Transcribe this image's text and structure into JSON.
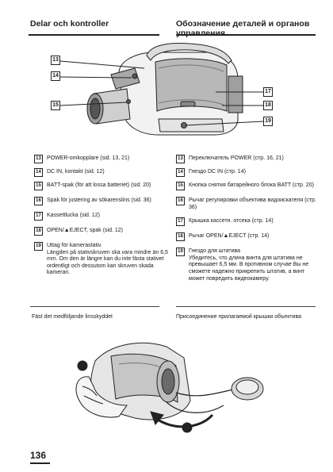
{
  "header": {
    "left_title": "Delar och kontroller",
    "right_title": "Обозначение деталей и органов управления"
  },
  "callouts": {
    "left": [
      "13",
      "14",
      "15"
    ],
    "right": [
      "17",
      "18",
      "19"
    ]
  },
  "items_left": [
    {
      "num": "13",
      "text": "POWER-omkopplare (sid. 13, 21)"
    },
    {
      "num": "14",
      "text": "DC IN, kontakt (sid. 12)"
    },
    {
      "num": "15",
      "text": "BATT-spak (för att lossa batteriet) (sid. 20)"
    },
    {
      "num": "16",
      "text": "Spak för justering av sökarenslins (sid. 36)"
    },
    {
      "num": "17",
      "text": "Kassettlucka (sid. 12)"
    },
    {
      "num": "18",
      "text": "OPEN/▲EJECT, spak (sid. 12)"
    },
    {
      "num": "19",
      "text": "Uttag för kamerastativ",
      "detail": "Längden på stativskruven ska vara mindre än 6,5 mm. Om den är längre kan du inte fästa stativet ordentligt och dessutom kan skruven skada kameran."
    }
  ],
  "items_right": [
    {
      "num": "13",
      "text": "Переключатель POWER (стр. 16, 21)"
    },
    {
      "num": "14",
      "text": "Гнездо DC IN (стр. 14)"
    },
    {
      "num": "15",
      "text": "Кнопка снятия батарейного блока BATT (стр. 20)"
    },
    {
      "num": "16",
      "text": "Рычаг регулировки объектива видоискателя (стр. 36)"
    },
    {
      "num": "17",
      "text": "Крышка кассетн. отсека (стр. 14)"
    },
    {
      "num": "18",
      "text": "Рычаг OPEN/▲EJECT (стр. 14)"
    },
    {
      "num": "19",
      "text": "Гнездо для штатива",
      "detail": "Убедитесь, что длина винта для штатива не превышает 6,5 мм. В противном случае Вы не сможете надежно прикрепить штатив, а винт может повредить видеокамеру."
    }
  ],
  "notes": {
    "left": "Fäst det medföljande linsskyddet",
    "right": "Присоединение прилагаемой крышки объектива"
  },
  "page_number": "136"
}
